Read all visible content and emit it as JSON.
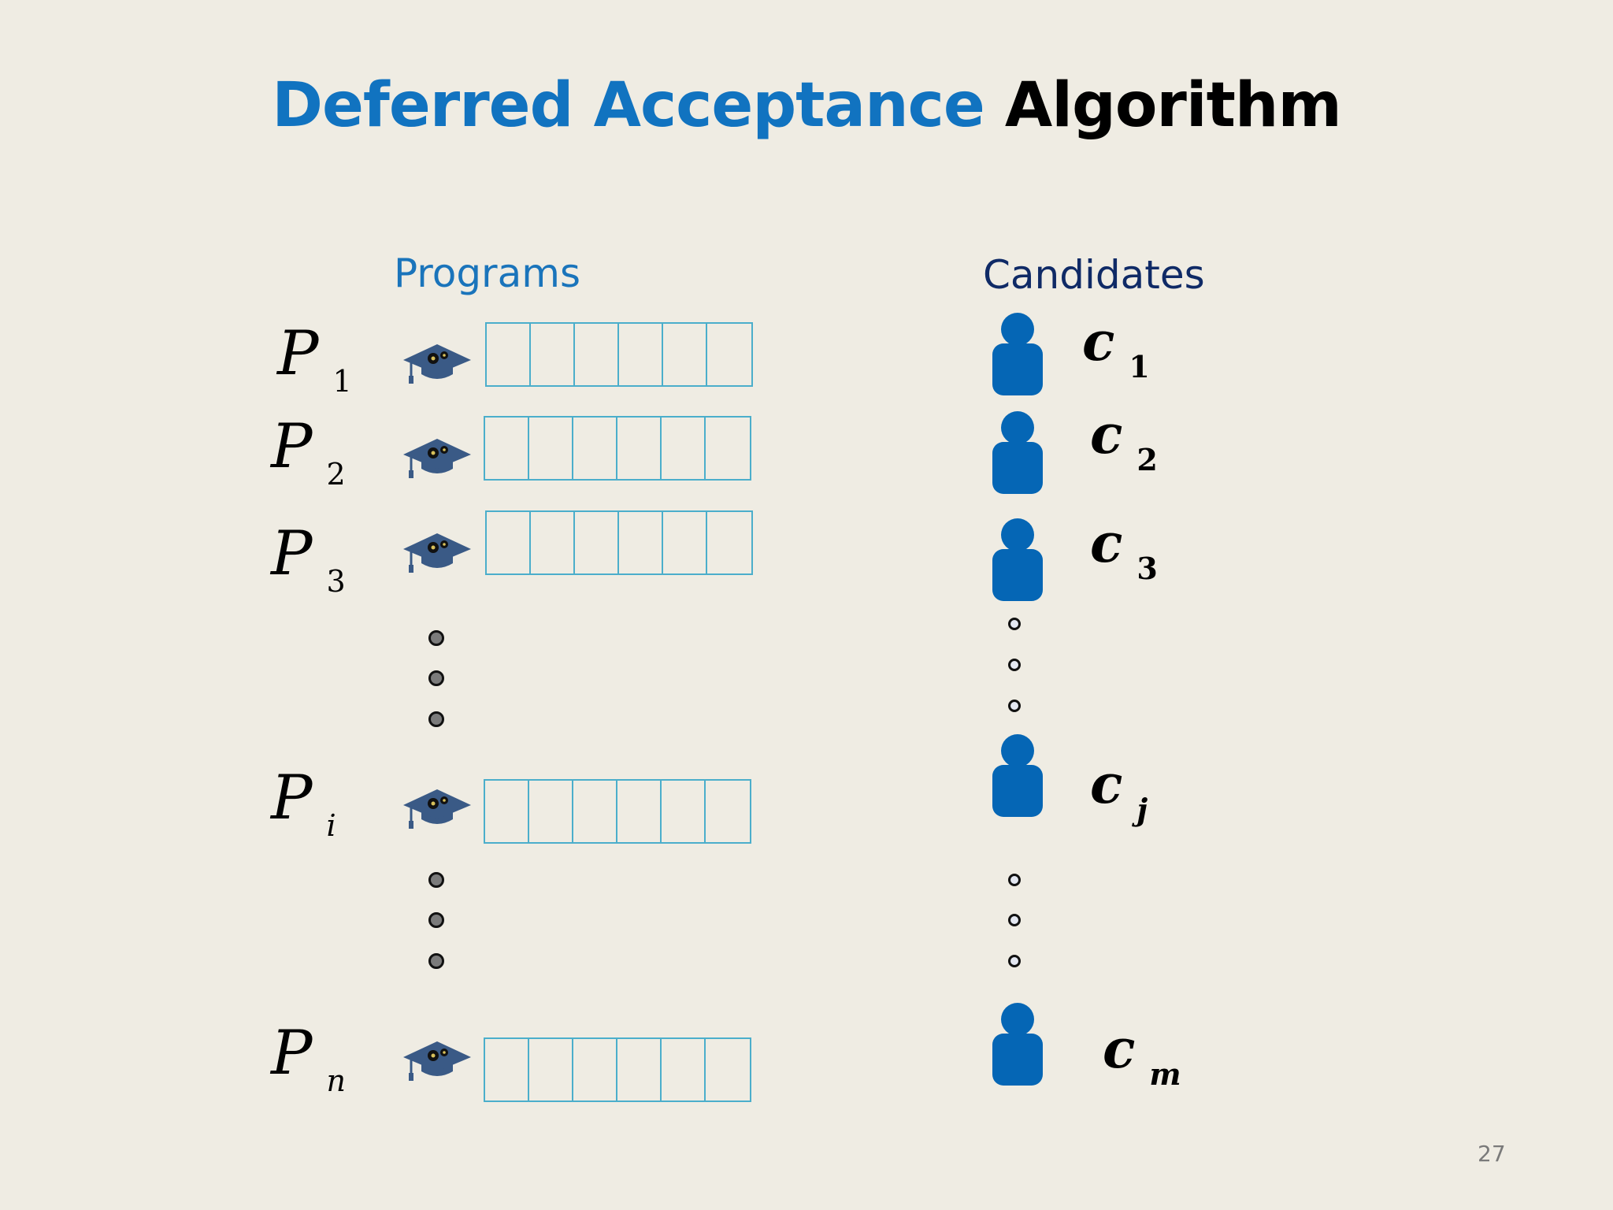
{
  "title": {
    "part1": "Deferred Acceptance",
    "part2": "Algorithm"
  },
  "headers": {
    "programs": "Programs",
    "candidates": "Candidates"
  },
  "programs": [
    {
      "letter": "P",
      "sub": "1"
    },
    {
      "letter": "P",
      "sub": "2"
    },
    {
      "letter": "P",
      "sub": "3"
    },
    {
      "letter": "P",
      "sub": "i"
    },
    {
      "letter": "P",
      "sub": "n"
    }
  ],
  "candidates": [
    {
      "letter": "c",
      "sub": "1"
    },
    {
      "letter": "c",
      "sub": "2"
    },
    {
      "letter": "c",
      "sub": "3"
    },
    {
      "letter": "c",
      "sub": "j"
    },
    {
      "letter": "c",
      "sub": "m"
    }
  ],
  "preference_list_slots": 6,
  "icons": {
    "program": "graduation-cap-gear-icon",
    "candidate": "person-icon"
  },
  "colors": {
    "title_blue": "#1173c0",
    "person_blue": "#0566b5",
    "cap_navy": "#3a5a86",
    "list_border": "#4baecb"
  },
  "page_number": "27"
}
